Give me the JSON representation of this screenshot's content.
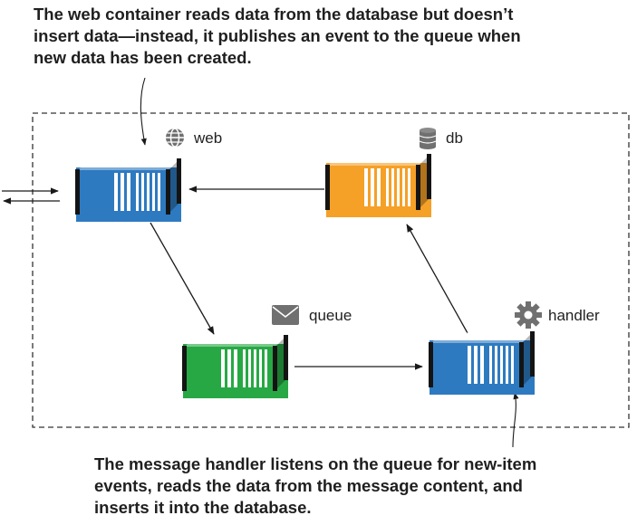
{
  "captions": {
    "top": "The web container reads data from the database but doesn’t\ninsert data—instead, it publishes an event to the queue when\nnew data has been created.",
    "bottom": "The message handler listens on the queue for new-item\nevents, reads the data from the message content, and\ninserts it into the database."
  },
  "containers": {
    "web": {
      "label": "web",
      "icon": "globe-icon",
      "color": "#2e7ac0"
    },
    "db": {
      "label": "db",
      "icon": "database-icon",
      "color": "#f5a027"
    },
    "queue": {
      "label": "queue",
      "icon": "envelope-icon",
      "color": "#27a845"
    },
    "handler": {
      "label": "handler",
      "icon": "gear-icon",
      "color": "#2e7ac0"
    }
  }
}
